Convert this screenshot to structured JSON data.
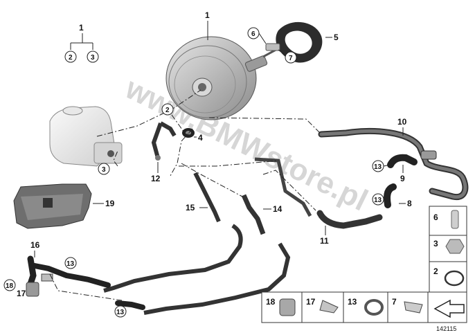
{
  "diagram_id": "142115",
  "watermark": "www.BMWstore.pl",
  "callouts": {
    "c1": "1",
    "c2a": "2",
    "c3a": "3",
    "c1b": "1",
    "c5": "5",
    "c6": "6",
    "c7": "7",
    "c2b": "2",
    "c4": "4",
    "c3b": "3",
    "c12": "12",
    "c10": "10",
    "c9": "9",
    "c13a": "13",
    "c13b": "13",
    "c8": "8",
    "c19": "19",
    "c15": "15",
    "c14": "14",
    "c11": "11",
    "c16": "16",
    "c13c": "13",
    "c18": "18",
    "c17": "17",
    "c13d": "13"
  },
  "legend": {
    "g6": "6",
    "g3": "3",
    "g2": "2",
    "g18": "18",
    "g17": "17",
    "g13": "13",
    "g7": "7"
  }
}
